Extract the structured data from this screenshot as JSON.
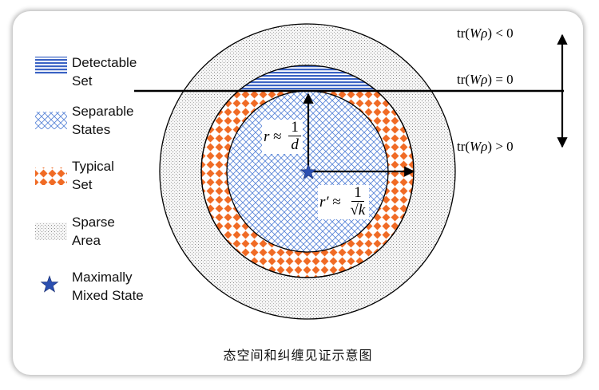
{
  "legend": [
    {
      "id": "detectable",
      "lines": [
        "Detectable",
        "Set"
      ]
    },
    {
      "id": "separable",
      "lines": [
        "Separable",
        "States"
      ]
    },
    {
      "id": "typical",
      "lines": [
        "Typical",
        "Set"
      ]
    },
    {
      "id": "sparse",
      "lines": [
        "Sparse",
        "Area"
      ]
    },
    {
      "id": "mixed",
      "lines": [
        "Maximally",
        "Mixed State"
      ]
    }
  ],
  "witness": {
    "prefix": "tr(",
    "w": "W",
    "rho": "ρ",
    "suffix": ")",
    "less": "< 0",
    "equal": "= 0",
    "greater": "> 0"
  },
  "radius_inner": {
    "sym": "r",
    "approx": "≈",
    "num": "1",
    "den": "d"
  },
  "radius_outer": {
    "sym": "r′",
    "approx": "≈",
    "num": "1",
    "den": "√k"
  },
  "colors": {
    "detectable": "#3a62c4",
    "separable": "#5a86d8",
    "typical": "#f06b25",
    "sparse": "#a0a0a0",
    "star": "#2b4fb0"
  },
  "caption": "态空间和纠缠见证示意图"
}
